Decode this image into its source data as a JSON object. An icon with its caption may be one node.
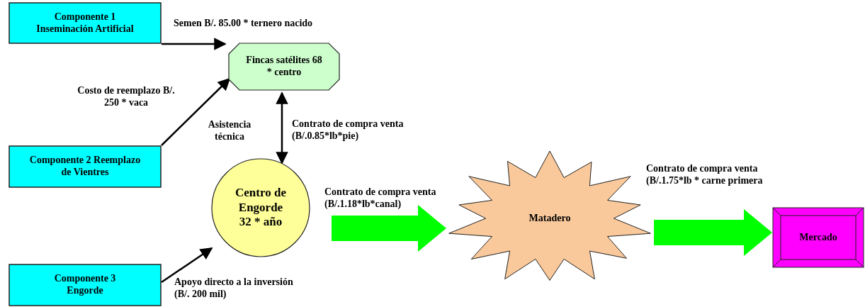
{
  "diagram": {
    "nodes": [
      {
        "text": [
          "Componente 1 Inseminación Artificial"
        ]
      },
      {
        "text": [
          "Fincas satélites 68 * centro"
        ]
      },
      {
        "text": [
          "Componente 2 Reemplazo de Vientres"
        ]
      },
      {
        "text": [
          "Centro de Engorde 32 * año"
        ]
      },
      {
        "text": [
          "Componente 3 Engorde"
        ]
      },
      {
        "text": [
          "Matadero"
        ]
      },
      {
        "text": [
          "Mercado"
        ]
      }
    ],
    "edges": [
      {
        "from": 0,
        "to": 1,
        "arrow": "to",
        "label": "Semen B/. 85.00 * ternero nacido"
      },
      {
        "from": 2,
        "to": 1,
        "arrow": "to",
        "label": "Costo de reemplazo B/. 250 * vaca"
      },
      {
        "from": 1,
        "to": 3,
        "arrow": "both",
        "label": "Contrato de compra venta (B/.0.85*lb*pie)"
      },
      {
        "from": 4,
        "to": 3,
        "arrow": "to",
        "label": "Apoyo directo a la inversión (B/. 200 mil)"
      },
      {
        "from": 3,
        "to": 5,
        "arrow": "to",
        "style": "thick",
        "color": "#00ff00",
        "label": "Contrato de compra venta (B/.1.18*lb*canal)"
      },
      {
        "from": 5,
        "to": 6,
        "arrow": "to",
        "style": "thick",
        "color": "#00ff00",
        "label": "Contrato de compra venta (B/.1.75*lb * carne primera"
      }
    ],
    "labels": [
      "Asistencia técnica"
    ]
  }
}
